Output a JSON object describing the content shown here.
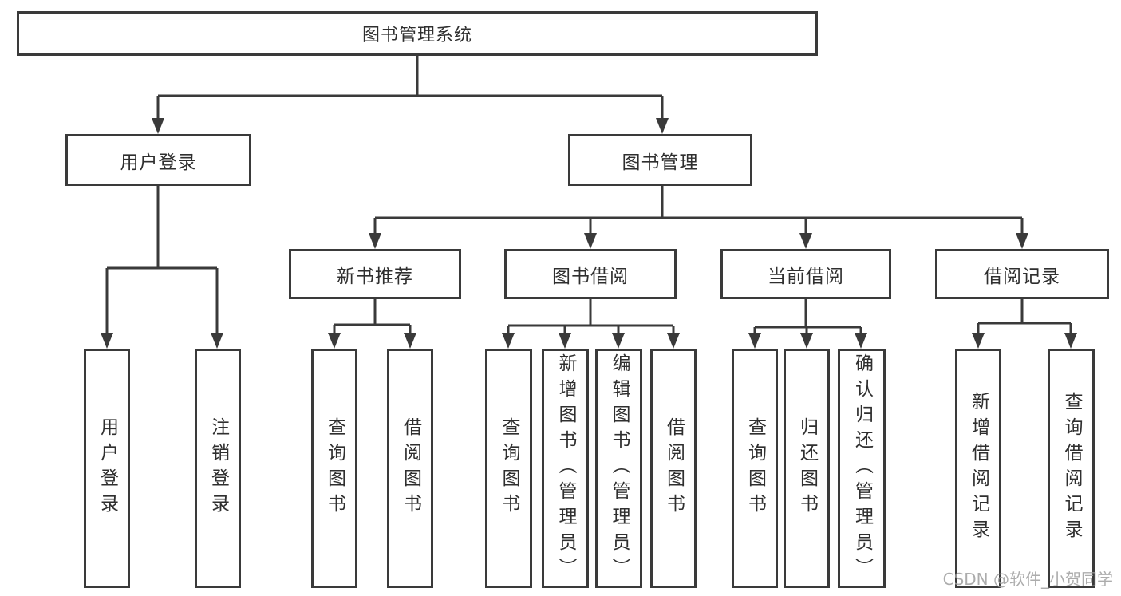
{
  "diagram": {
    "root": {
      "label": "图书管理系统"
    },
    "branches": [
      {
        "label": "用户登录",
        "children": [
          {
            "label": "用户登录"
          },
          {
            "label": "注销登录"
          }
        ]
      },
      {
        "label": "图书管理",
        "children": [
          {
            "label": "新书推荐",
            "children": [
              {
                "label": "查询图书"
              },
              {
                "label": "借阅图书"
              }
            ]
          },
          {
            "label": "图书借阅",
            "children": [
              {
                "label": "查询图书"
              },
              {
                "label": "新增图书（管理员）"
              },
              {
                "label": "编辑图书（管理员）"
              },
              {
                "label": "借阅图书"
              }
            ]
          },
          {
            "label": "当前借阅",
            "children": [
              {
                "label": "查询图书"
              },
              {
                "label": "归还图书"
              },
              {
                "label": "确认归还（管理员）"
              }
            ]
          },
          {
            "label": "借阅记录",
            "children": [
              {
                "label": "新增借阅记录"
              },
              {
                "label": "查询借阅记录"
              }
            ]
          }
        ]
      }
    ],
    "watermark": {
      "text": "CSDN @软件_小贺同学"
    },
    "colors": {
      "border": "#3a3a3a",
      "text": "#2f2f2f",
      "background": "#ffffff",
      "watermark": "#9e9e9e"
    }
  }
}
